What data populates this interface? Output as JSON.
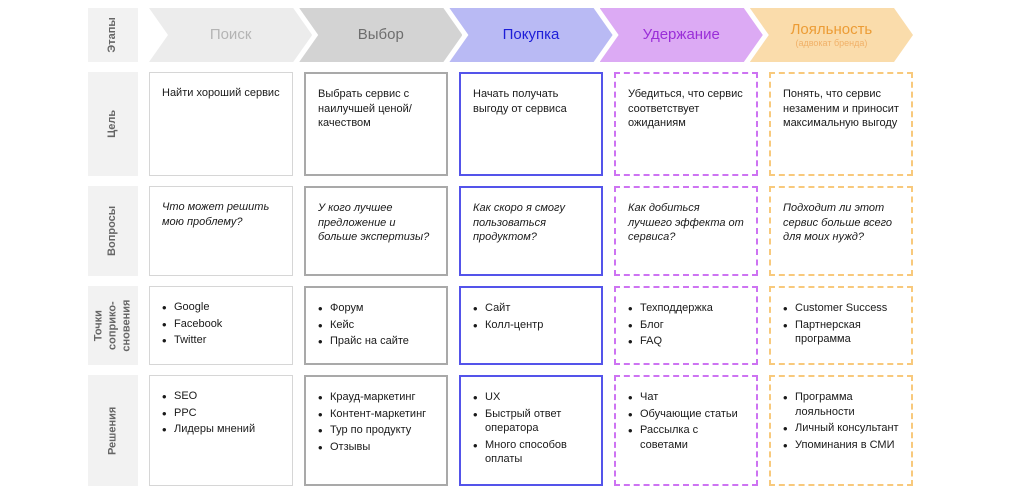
{
  "stages_header_label": "Этапы",
  "stages": [
    {
      "label": "Поиск",
      "sub": "",
      "arrow_bg": "#ececec",
      "arrow_text": "#b4b4b4",
      "sub_color": "",
      "cell_border_color": "#d6d6d6",
      "cell_border_style": "solid",
      "cell_border_width": "1px"
    },
    {
      "label": "Выбор",
      "sub": "",
      "arrow_bg": "#d3d3d3",
      "arrow_text": "#6e6e6e",
      "sub_color": "",
      "cell_border_color": "#a9a9a9",
      "cell_border_style": "solid",
      "cell_border_width": "2px"
    },
    {
      "label": "Покупка",
      "sub": "",
      "arrow_bg": "#b9baf4",
      "arrow_text": "#1d1dd8",
      "sub_color": "",
      "cell_border_color": "#5454ea",
      "cell_border_style": "solid",
      "cell_border_width": "2px"
    },
    {
      "label": "Удержание",
      "sub": "",
      "arrow_bg": "#dcaaf4",
      "arrow_text": "#9a2ed8",
      "sub_color": "",
      "cell_border_color": "#cd73f2",
      "cell_border_style": "dashed",
      "cell_border_width": "2px"
    },
    {
      "label": "Лояльность",
      "sub": "(адвокат бренда)",
      "arrow_bg": "#fadcab",
      "arrow_text": "#ec9c35",
      "sub_color": "#f1b168",
      "cell_border_color": "#f8c97c",
      "cell_border_style": "dashed",
      "cell_border_width": "2px"
    }
  ],
  "rows": [
    {
      "label": "Цель",
      "cells": [
        {
          "text": "Найти хороший сервис"
        },
        {
          "text": "Выбрать сервис с наилучшей ценой/качеством"
        },
        {
          "text": "Начать получать выгоду от сервиса"
        },
        {
          "text": "Убедиться, что сервис соответствует ожиданиям"
        },
        {
          "text": "Понять, что сервис незаменим и приносит максимальную выгоду"
        }
      ]
    },
    {
      "label": "Вопросы",
      "cells": [
        {
          "text": "Что может решить мою проблему?"
        },
        {
          "text": "У кого лучшее предложение и больше экспертизы?"
        },
        {
          "text": "Как скоро я смогу пользоваться продуктом?"
        },
        {
          "text": "Как добиться лучшего эффекта от сервиса?"
        },
        {
          "text": "Подходит ли этот сервис больше всего для моих нужд?"
        }
      ]
    },
    {
      "label": "Точки\nсоприко-\nсновения",
      "cells": [
        {
          "items": [
            "Google",
            "Facebook",
            "Twitter"
          ]
        },
        {
          "items": [
            "Форум",
            "Кейс",
            "Прайс на сайте"
          ]
        },
        {
          "items": [
            "Сайт",
            "Колл-центр"
          ]
        },
        {
          "items": [
            "Техподдержка",
            "Блог",
            "FAQ"
          ]
        },
        {
          "items": [
            "Customer Success",
            "Партнерская программа"
          ]
        }
      ]
    },
    {
      "label": "Решения",
      "cells": [
        {
          "items": [
            "SEO",
            "PPC",
            "Лидеры мнений"
          ]
        },
        {
          "items": [
            "Крауд-маркетинг",
            "Контент-маркетинг",
            "Тур по продукту",
            "Отзывы"
          ]
        },
        {
          "items": [
            "UX",
            "Быстрый ответ оператора",
            "Много способов оплаты"
          ]
        },
        {
          "items": [
            "Чат",
            "Обучающие статьи",
            "Рассылка с советами"
          ]
        },
        {
          "items": [
            "Программа лояльности",
            "Личный консультант",
            "Упоминания в СМИ"
          ]
        }
      ]
    }
  ]
}
